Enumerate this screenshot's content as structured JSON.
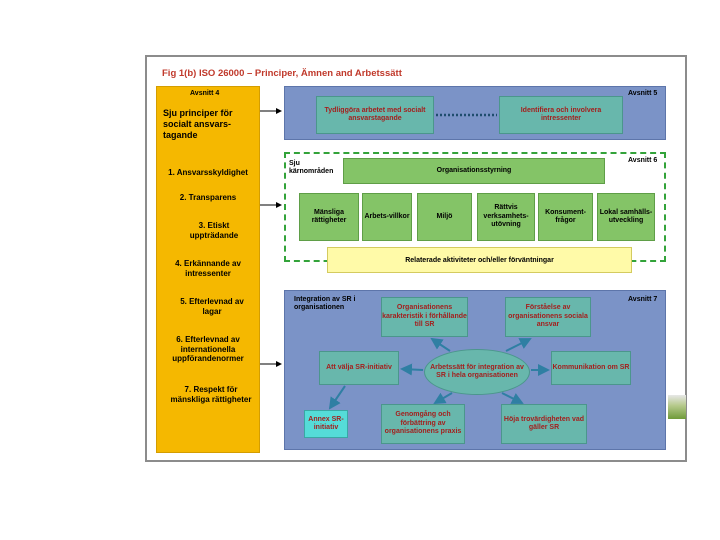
{
  "title": "Fig 1(b) ISO 26000 – Principer, Ämnen and Arbetssätt",
  "section4": {
    "label": "Avsnitt 4",
    "heading": "Sju principer för socialt ansvars-tagande",
    "principles": [
      "1. Ansvarsskyldighet",
      "2. Transparens",
      "3. Etiskt uppträdande",
      "4. Erkännande av intressenter",
      "5. Efterlevnad av lagar",
      "6. Efterlevnad av internationella uppförandenormer",
      "7. Respekt för mänskliga rättigheter"
    ]
  },
  "section5": {
    "label": "Avsnitt 5",
    "box_left": "Tydliggöra arbetet med socialt ansvarstagande",
    "box_right": "Identifiera och involvera intressenter"
  },
  "section6": {
    "label": "Avsnitt 6",
    "heading": "Sju kärnområden",
    "governance": "Organisationsstyrning",
    "core": [
      "Mänsliga rättigheter",
      "Arbets-villkor",
      "Miljö",
      "Rättvis verksamhets-utövning",
      "Konsument-frågor",
      "Lokal samhälls-utveckling"
    ],
    "related": "Relaterade aktiviteter och/eller förväntningar"
  },
  "section7": {
    "label": "Avsnitt 7",
    "heading": "Integration av SR i organisationen",
    "center": "Arbetssätt för integration av SR i hela organisationen",
    "char": "Organisationens karakteristik i förhållande till SR",
    "understanding": "Förståelse av organisationens sociala ansvar",
    "choose": "Att välja SR-initiativ",
    "communication": "Kommunikation om SR",
    "review": "Genomgång och förbättring av organisationens praxis",
    "credibility": "Höja trovärdigheten vad gäller SR",
    "annex": "Annex SR-initiativ"
  },
  "colors": {
    "title": "#c0392b",
    "orange": "#f5b800",
    "blue_panel": "#7b93c7",
    "teal": "#68b7ac",
    "green": "#84c467",
    "yellow": "#fffaa8",
    "cyan": "#55dcd8",
    "box_text": "#a3201e",
    "arrow": "#2f7fa3"
  }
}
